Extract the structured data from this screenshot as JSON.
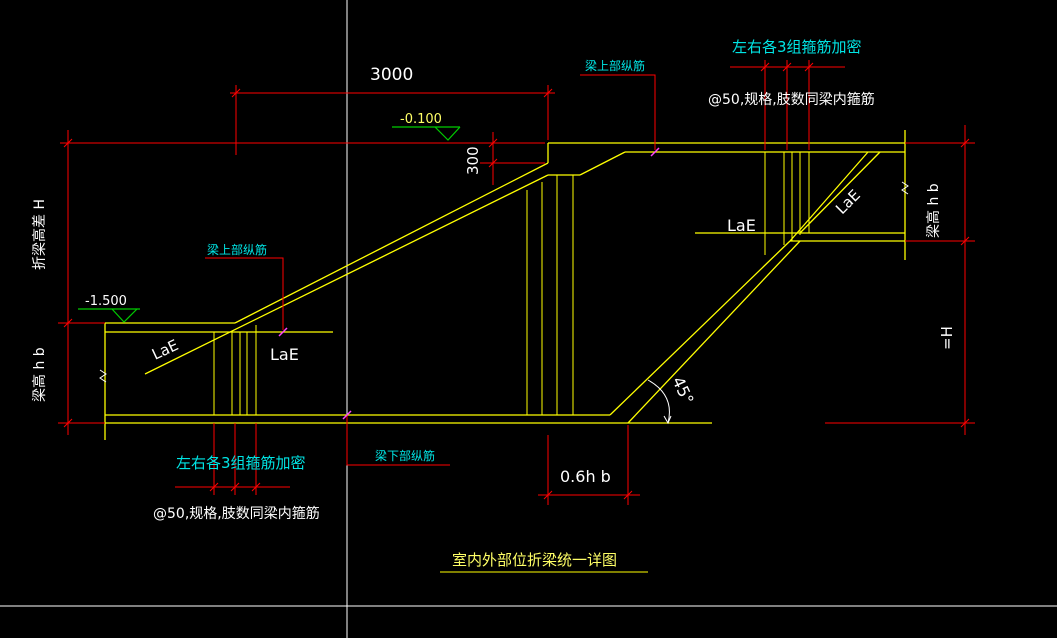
{
  "dimensions": {
    "span": "3000",
    "step": "300",
    "offset": "0.6h b"
  },
  "elevations": {
    "upper": "-0.100",
    "lower": "-1.500"
  },
  "labels": {
    "beam_top_bar_left": "梁上部纵筋",
    "beam_top_bar_right": "梁上部纵筋",
    "beam_bottom_bar": "梁下部纵筋",
    "stirrup_dense_left": "左右各3组箍筋加密",
    "stirrup_dense_right": "左右各3组箍筋加密",
    "stirrup_spec_left": "@50,规格,肢数同梁内箍筋",
    "stirrup_spec_right": "@50,规格,肢数同梁内箍筋",
    "height_diff": "折梁高差 H",
    "beam_height_left": "梁高 h b",
    "beam_height_right": "梁高 h b",
    "h_equals": "=H",
    "angle": "45°",
    "title": "室内外部位折梁统一详图"
  },
  "anchor_labels": {
    "laE_1": "LaE",
    "laE_2": "LaE",
    "laE_3": "LaE",
    "laE_4": "LaE"
  },
  "colors": {
    "background": "#000000",
    "beam": "#ffff00",
    "dimension": "#ff0000",
    "text": "#ffffff",
    "note": "#00e5e5",
    "elevation_mark": "#00cc00",
    "leader": "#ff00ff"
  }
}
